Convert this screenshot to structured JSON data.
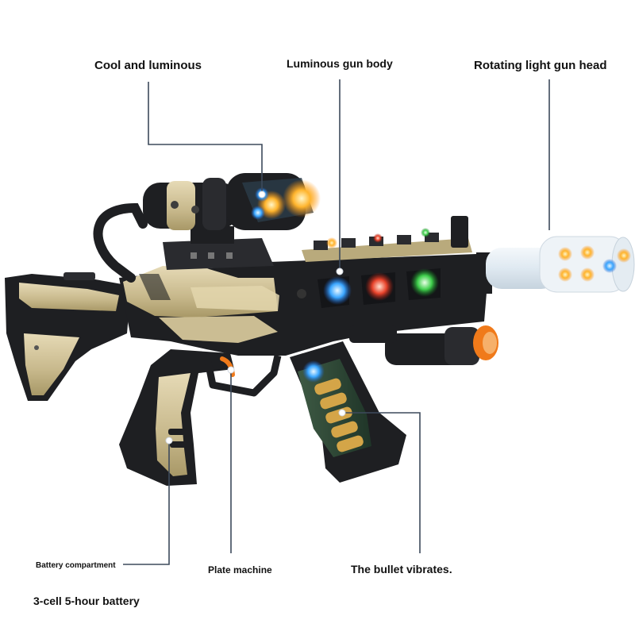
{
  "callouts": {
    "cool_and_luminous": "Cool and luminous",
    "luminous_gun_body": "Luminous gun body",
    "rotating_light_gun_head": "Rotating light gun head",
    "battery_compartment": "Battery compartment",
    "plate_machine": "Plate machine",
    "bullet_vibrates": "The bullet vibrates.",
    "battery_spec": "3-cell 5-hour battery"
  },
  "colors": {
    "body_black": "#1e1f22",
    "body_gold": "#cbbd93",
    "light_orange": "#ffa322",
    "light_blue": "#3aa6ff",
    "light_red": "#e8432b",
    "light_green": "#3fce4c",
    "trigger_orange": "#f07a1a",
    "leader_line": "#3d4a5c"
  }
}
